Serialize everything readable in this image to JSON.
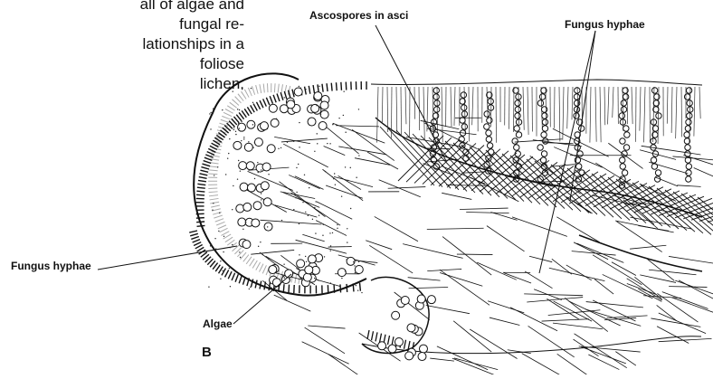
{
  "caption_text": "all of algae and fungal relationships in a foliose lichen.",
  "caption_lines": [
    "all of algae and fungal re-",
    "lationships in a foliose",
    "lichen."
  ],
  "labels": {
    "ascospores": "Ascospores in asci",
    "fungus_hyphae_top": "Fungus hyphae",
    "fungus_hyphae_left": "Fungus hyphae",
    "algae": "Algae",
    "panel": "B"
  },
  "colors": {
    "ink": "#111111",
    "background": "#ffffff"
  }
}
